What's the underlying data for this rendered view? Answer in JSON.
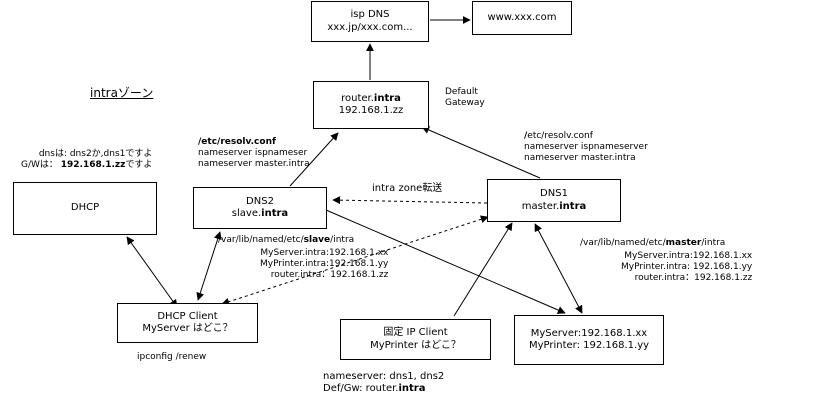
{
  "nodes": {
    "isp_dns": {
      "line1": "isp DNS",
      "line2": "xxx.jp/xxx.com..."
    },
    "www": {
      "label": "www.xxx.com"
    },
    "router": {
      "line1_a": "router.",
      "line1_b": "intra",
      "line2": "192.168.1.zz"
    },
    "dns2": {
      "line1": "DNS2",
      "line2_a": "slave.",
      "line2_b": "intra"
    },
    "dns1": {
      "line1": "DNS1",
      "line2_a": "master.",
      "line2_b": "intra"
    },
    "dhcp": {
      "label": "DHCP"
    },
    "dhcp_client": {
      "line1": "DHCP Client",
      "line2": "MyServer はどこ？"
    },
    "fixed_client": {
      "line1": "固定 IP Client",
      "line2": "MyPrinter はどこ？"
    },
    "hosts": {
      "line1": "MyServer:192.168.1.xx",
      "line2": "MyPrinter: 192.168.1.yy"
    }
  },
  "labels": {
    "intra_zone": "intraゾーン",
    "default_gateway": [
      "Default",
      "Gateway"
    ],
    "dns2_resolv": {
      "title_a": "/etc/",
      "title_b": "resolv.conf",
      "lines": [
        "nameserver ispnameser",
        "nameserver master.intra"
      ]
    },
    "dns1_resolv": {
      "title_a": "/",
      "title_b": "etc/resolv.conf",
      "lines": [
        "nameserver ispnameserver",
        "nameserver master.intra"
      ]
    },
    "dhcp_note": {
      "line1": "dnsは: dns2か,dns1ですよ",
      "line2_a": "G/Wは：",
      "line2_b": "192.168.1.zz",
      "line2_c": "ですよ"
    },
    "zone_transfer": "intra zone転送",
    "slave_path": {
      "a": "/var/lib/named/etc/",
      "b": "slave",
      "c": "/intra"
    },
    "slave_records": [
      "MyServer.intra:192.168.1.xx",
      "MyPrinter.intra:192.168.1.yy",
      "router.intra：192.168.1.zz"
    ],
    "master_path": {
      "a": "/var/lib/named/etc/",
      "b": "master",
      "c": "/intra"
    },
    "master_records": [
      "MyServer.intra:192.168.1.xx",
      "MyPrinter.intra: 192.168.1.yy",
      "router.intra：192.168.1.zz"
    ],
    "ipconfig": "ipconfig /renew",
    "fixed_ns": "nameserver: dns1, dns2",
    "fixed_gw_a": "Def/Gw: router.",
    "fixed_gw_b": "intra"
  }
}
